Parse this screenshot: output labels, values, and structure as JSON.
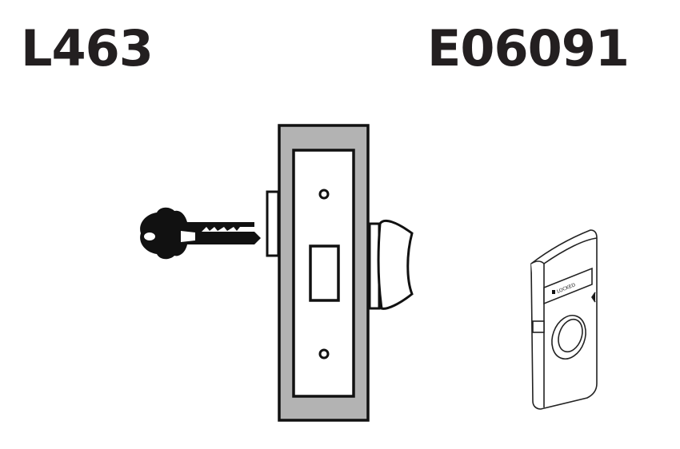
{
  "labels": {
    "left_model": "L463",
    "right_model": "E06091"
  },
  "indicator": {
    "status_text": "LOCKED"
  },
  "icons": [
    "key-icon",
    "mortise-lock-icon",
    "thumbturn-icon",
    "indicator-escutcheon-icon",
    "padlock-icon"
  ],
  "colors": {
    "ink": "#231f20",
    "faceplate_gray": "#b3b3b3",
    "background": "#ffffff"
  }
}
